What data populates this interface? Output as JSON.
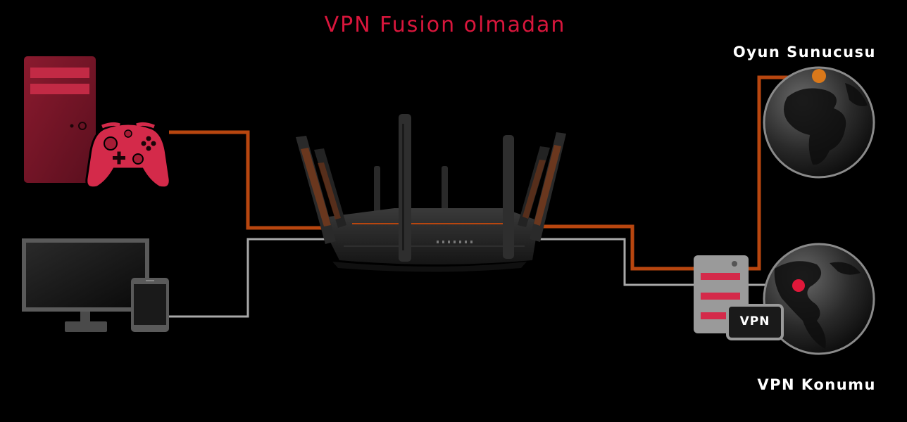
{
  "title": "VPN Fusion olmadan",
  "nodes": {
    "game_server": "Oyun Sunucusu",
    "vpn_location": "VPN Konumu",
    "vpn_badge": "VPN"
  },
  "colors": {
    "title": "#d9163c",
    "label": "#ffffff",
    "orange_line": "#b8460f",
    "gray_line": "#a8a8a8",
    "accent_red": "#d42a4a",
    "dark_red": "#7a1426",
    "pin_orange": "#d9781a",
    "pin_red": "#e0183a"
  }
}
